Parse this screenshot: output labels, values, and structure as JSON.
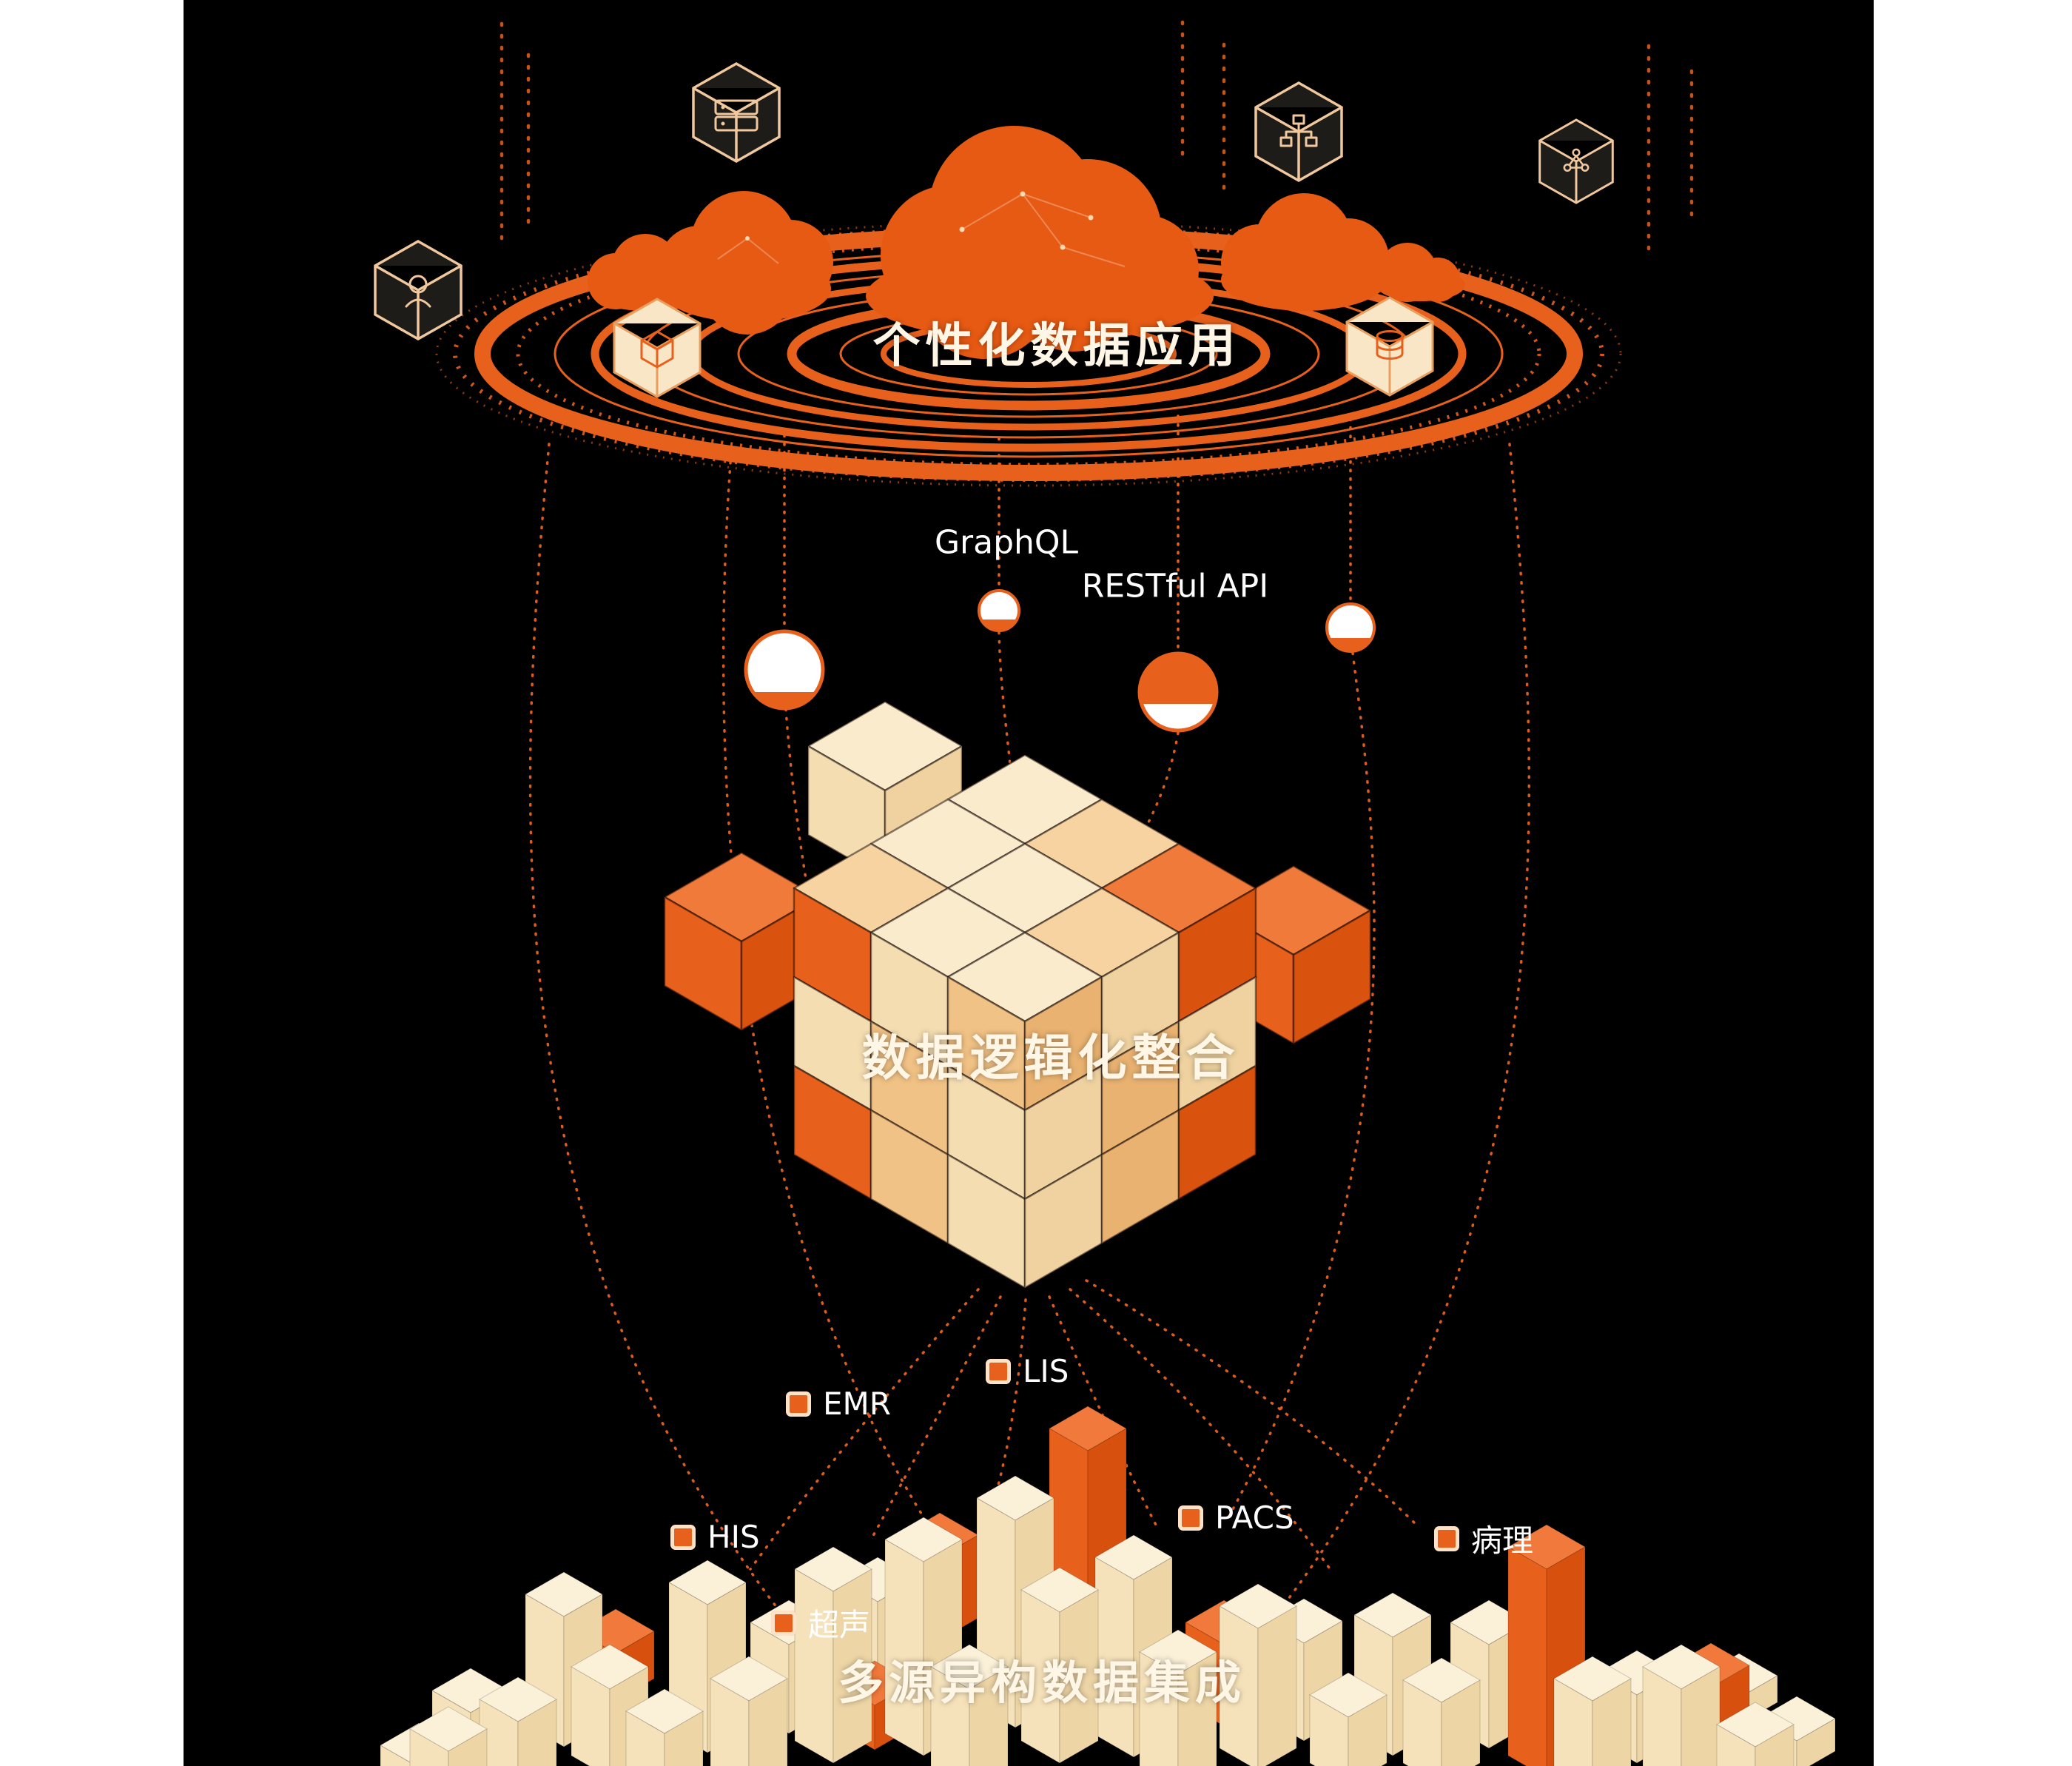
{
  "titles": {
    "top": "个性化数据应用",
    "middle": "数据逻辑化整合",
    "bottom": "多源异构数据集成"
  },
  "api_labels": {
    "graphql": "GraphQL",
    "restful": "RESTful API"
  },
  "source_labels": {
    "emr": "EMR",
    "lis": "LIS",
    "his": "HIS",
    "pacs": "PACS",
    "pathology": "病理",
    "ultrasound": "超声"
  },
  "icon_cubes": [
    {
      "name": "server-cube-icon"
    },
    {
      "name": "user-cube-icon"
    },
    {
      "name": "box-cube-icon"
    },
    {
      "name": "orgchart-cube-icon"
    },
    {
      "name": "database-cube-icon"
    },
    {
      "name": "network-cube-icon"
    }
  ],
  "colors": {
    "background": "#000000",
    "orange": "#E8611C",
    "orange_deep": "#D7500D",
    "orange_bright": "#F0793B",
    "cloud": "#E75A13",
    "cream": "#F6E2BA",
    "cream_light": "#FBF0D8",
    "text_light": "#FFF6E6",
    "bar_palette": {
      "c": [
        "#FBF0D8",
        "#F6E2BA",
        "#EDD5A6"
      ],
      "o": [
        "#F0793B",
        "#E8611C",
        "#D7500D"
      ]
    },
    "cube_palette": {
      "c": [
        "#FAEBCC",
        "#F5DDB2",
        "#EFD2A0"
      ],
      "a": [
        "#F6D3A0",
        "#F1C285",
        "#E9B271"
      ],
      "o": [
        "#F07A3A",
        "#E8611C",
        "#D9520E"
      ]
    }
  },
  "cube": {
    "top": [
      "c",
      "a",
      "o",
      "c",
      "c",
      "a",
      "a",
      "c",
      "c"
    ],
    "left": [
      "o",
      "c",
      "a",
      "c",
      "a",
      "c",
      "o",
      "a",
      "c"
    ],
    "right": [
      "a",
      "c",
      "o",
      "c",
      "a",
      "c",
      "c",
      "a",
      "o"
    ]
  },
  "minicubes": [
    [
      1002,
      1152,
      "o"
    ],
    [
      1748,
      1170,
      "o"
    ],
    [
      1196,
      948,
      "c"
    ]
  ],
  "bars": [
    [
      636,
      2350,
      66,
      "c"
    ],
    [
      700,
      2392,
      96,
      "c"
    ],
    [
      762,
      2330,
      176,
      "c"
    ],
    [
      824,
      2372,
      120,
      "c"
    ],
    [
      832,
      2268,
      64,
      "o"
    ],
    [
      898,
      2392,
      80,
      "c"
    ],
    [
      956,
      2338,
      200,
      "c"
    ],
    [
      1012,
      2392,
      124,
      "c"
    ],
    [
      1066,
      2312,
      120,
      "c"
    ],
    [
      1126,
      2352,
      232,
      "c"
    ],
    [
      1186,
      2294,
      160,
      "c"
    ],
    [
      1182,
      2334,
      60,
      "o"
    ],
    [
      1248,
      2342,
      262,
      "c"
    ],
    [
      1270,
      2186,
      112,
      "o"
    ],
    [
      1310,
      2392,
      140,
      "c"
    ],
    [
      1372,
      2304,
      280,
      "c"
    ],
    [
      1432,
      2352,
      204,
      "c"
    ],
    [
      1470,
      2282,
      352,
      "o"
    ],
    [
      1532,
      2344,
      240,
      "c"
    ],
    [
      1592,
      2392,
      160,
      "c"
    ],
    [
      1654,
      2302,
      110,
      "o"
    ],
    [
      1700,
      2362,
      192,
      "c"
    ],
    [
      1762,
      2322,
      132,
      "c"
    ],
    [
      1822,
      2382,
      92,
      "c"
    ],
    [
      1882,
      2342,
      160,
      "c"
    ],
    [
      1948,
      2382,
      112,
      "c"
    ],
    [
      2012,
      2332,
      140,
      "c"
    ],
    [
      2090,
      2372,
      282,
      "o"
    ],
    [
      2152,
      2392,
      124,
      "c"
    ],
    [
      2212,
      2352,
      92,
      "c"
    ],
    [
      2272,
      2392,
      140,
      "c"
    ],
    [
      2312,
      2332,
      82,
      "o"
    ],
    [
      2372,
      2392,
      62,
      "c"
    ],
    [
      566,
      2388,
      30,
      "c"
    ],
    [
      2428,
      2366,
      44,
      "c"
    ],
    [
      606,
      2392,
      56,
      "c"
    ],
    [
      2350,
      2300,
      36,
      "c"
    ]
  ]
}
